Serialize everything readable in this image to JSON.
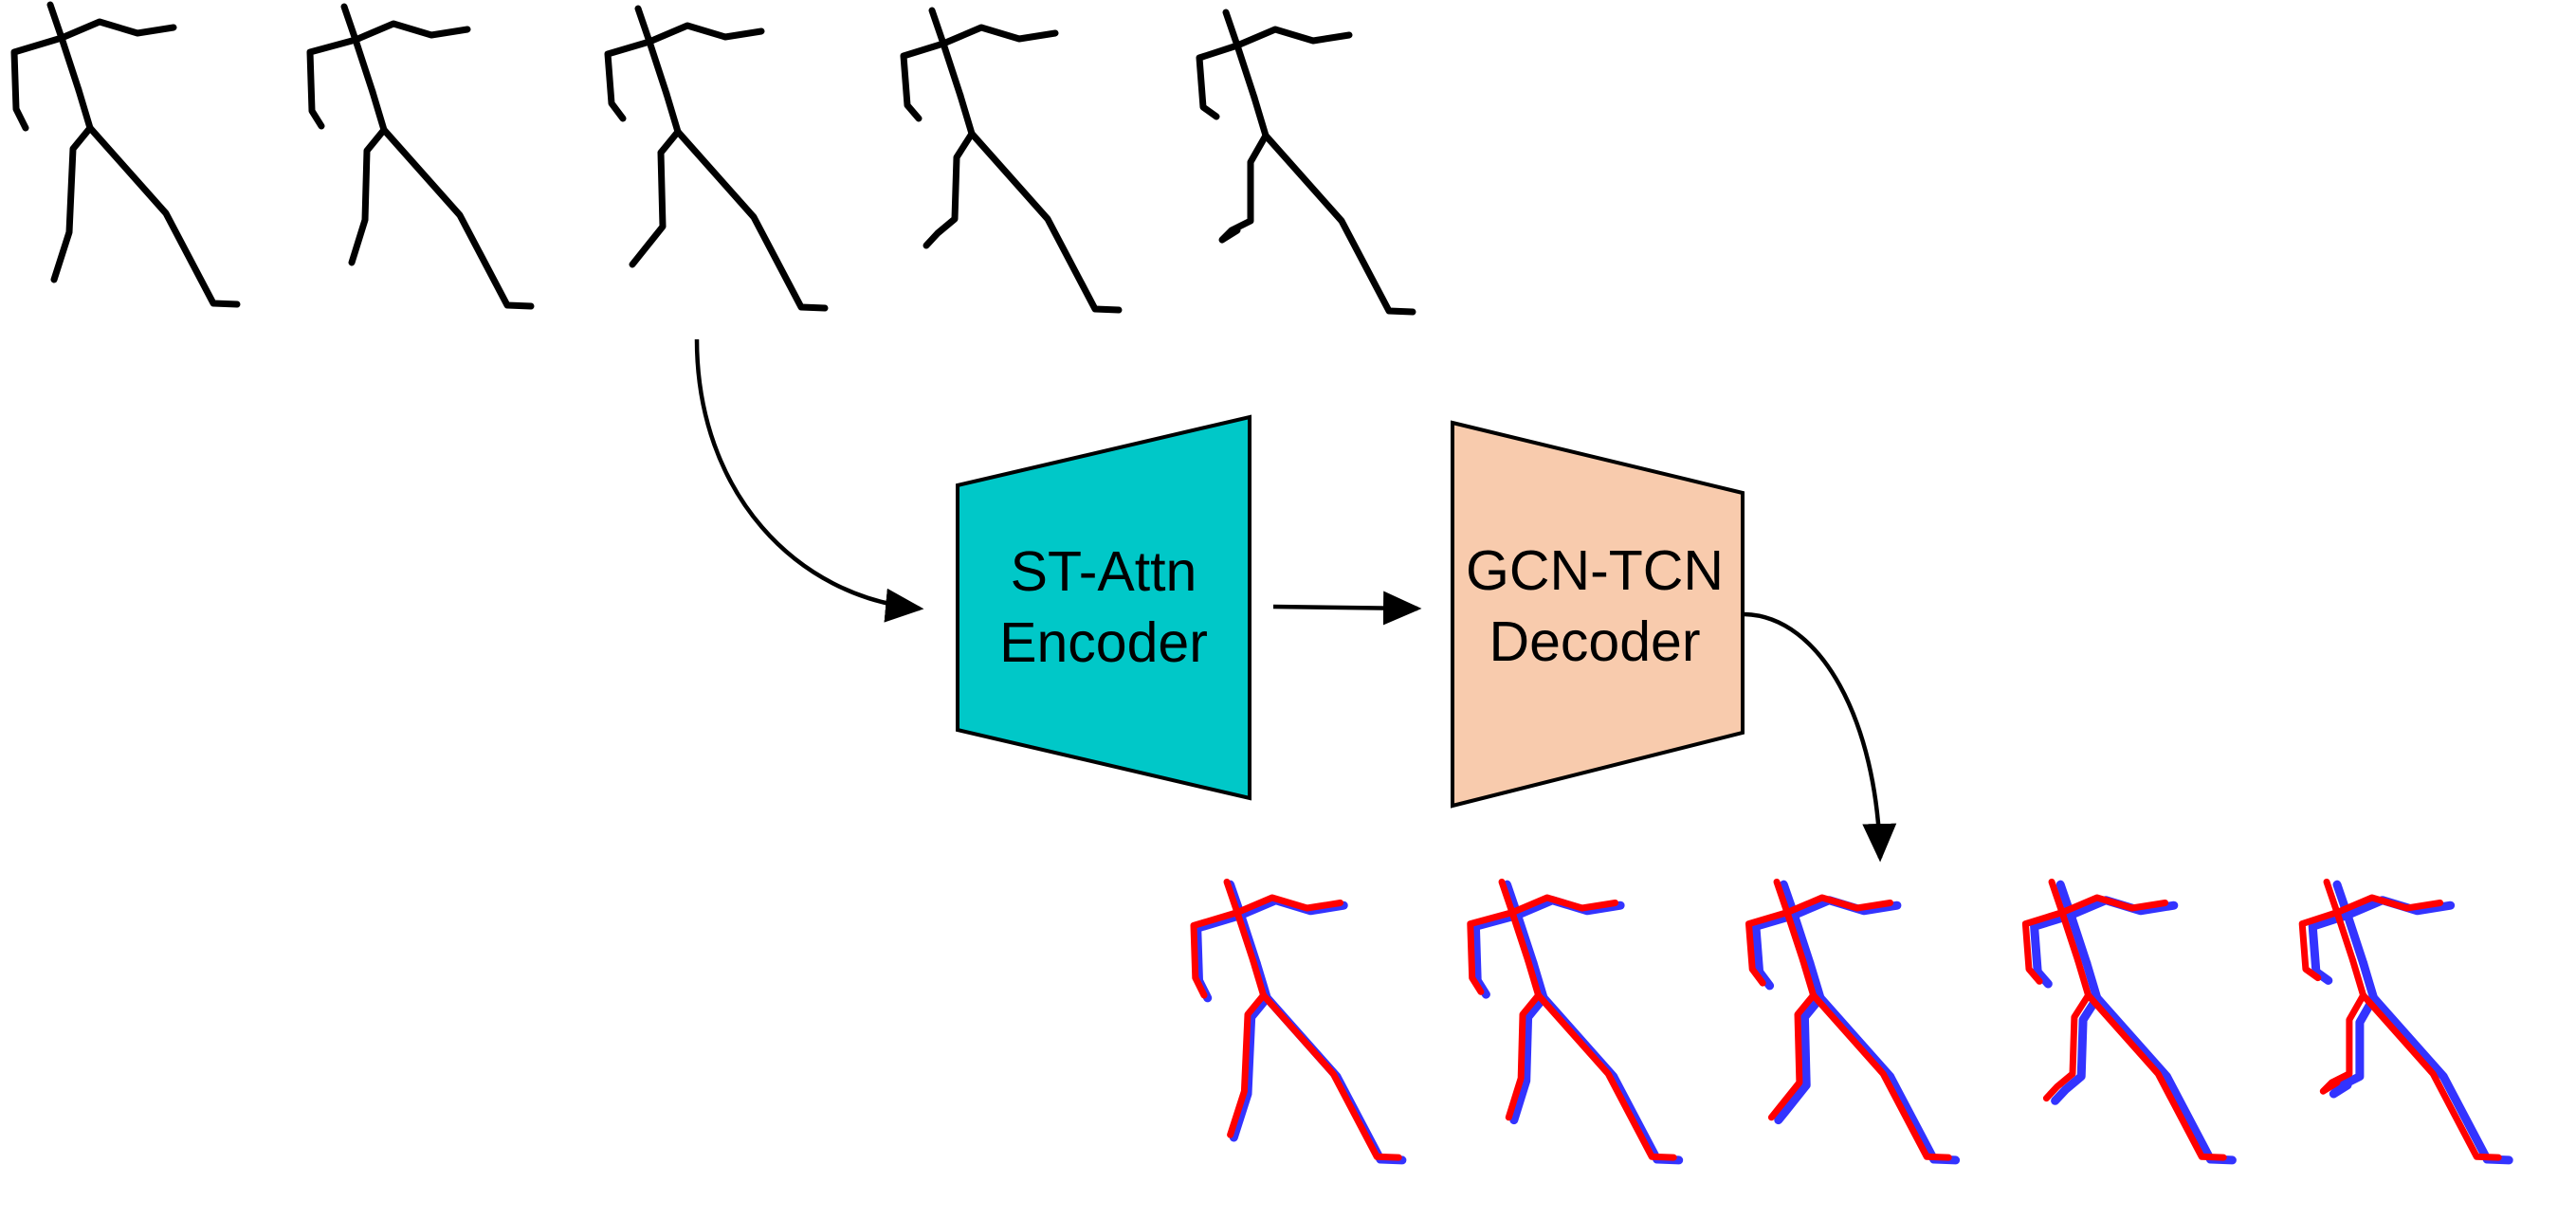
{
  "encoder": {
    "line1": "ST-Attn",
    "line2": "Encoder",
    "fill": "#00c8c8"
  },
  "decoder": {
    "line1": "GCN-TCN",
    "line2": "Decoder",
    "fill": "#f8cbad"
  },
  "colors": {
    "input_pose": "#000000",
    "predicted_pose": "#ff0000",
    "ground_truth_pose": "#3333ff"
  }
}
